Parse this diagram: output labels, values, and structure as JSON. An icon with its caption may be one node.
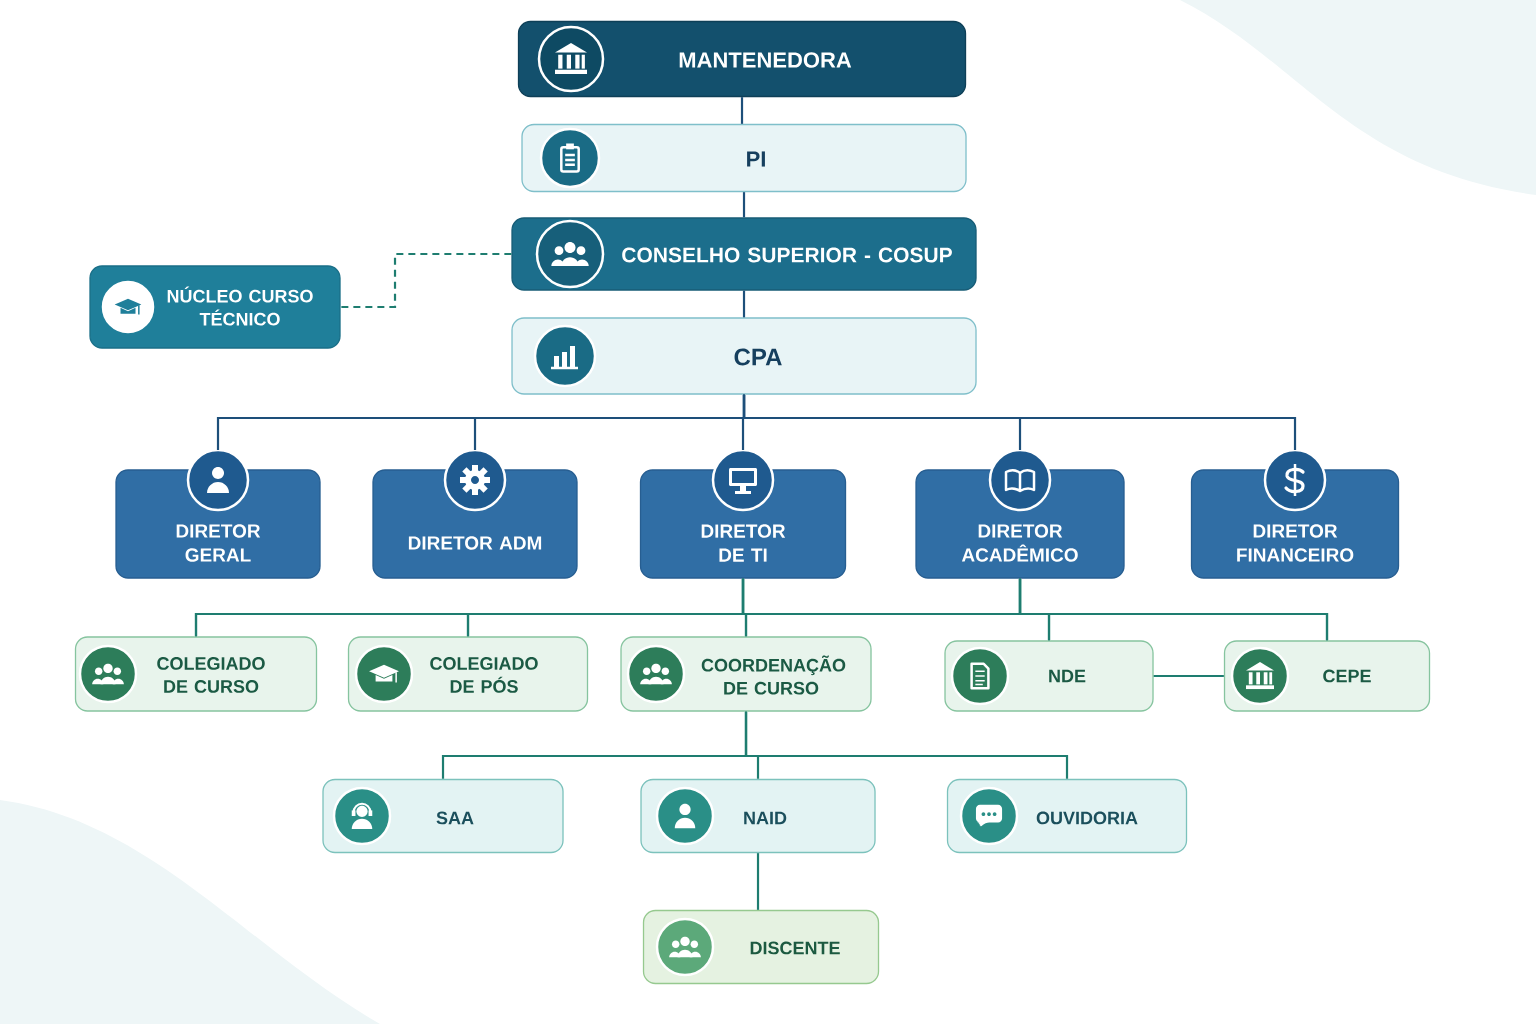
{
  "diagram": {
    "nodes": [
      {
        "text": [
          "MANTENEDORA"
        ]
      },
      {
        "text": [
          "PI"
        ]
      },
      {
        "text": [
          "CONSELHO SUPERIOR - COSUP"
        ]
      },
      {
        "text": [
          "NÚCLEO CURSO TÉCNICO"
        ]
      },
      {
        "text": [
          "CPA"
        ]
      },
      {
        "text": [
          "DIRETOR GERAL"
        ]
      },
      {
        "text": [
          "DIRETOR ADM"
        ]
      },
      {
        "text": [
          "DIRETOR DE TI"
        ]
      },
      {
        "text": [
          "DIRETOR ACADÊMICO"
        ]
      },
      {
        "text": [
          "DIRETOR FINANCEIRO"
        ]
      },
      {
        "text": [
          "COLEGIADO DE CURSO"
        ]
      },
      {
        "text": [
          "COLEGIADO DE PÓS"
        ]
      },
      {
        "text": [
          "COORDENAÇÃO DE CURSO"
        ]
      },
      {
        "text": [
          "NDE"
        ]
      },
      {
        "text": [
          "CEPE"
        ]
      },
      {
        "text": [
          "SAA"
        ]
      },
      {
        "text": [
          "NAID"
        ]
      },
      {
        "text": [
          "OUVIDORIA"
        ]
      },
      {
        "text": [
          "DISCENTE"
        ]
      }
    ],
    "edges": [
      {
        "from": 0,
        "to": 1,
        "arrow": "none",
        "color": "#1d4f7a"
      },
      {
        "from": 1,
        "to": 2,
        "arrow": "none",
        "color": "#1d4f7a"
      },
      {
        "from": 2,
        "to": 3,
        "arrow": "none",
        "style": "dashed"
      },
      {
        "from": 2,
        "to": 4,
        "arrow": "none",
        "color": "#1d4f7a"
      },
      {
        "from": 4,
        "to": 5,
        "arrow": "none",
        "color": "#1d4f7a"
      },
      {
        "from": 4,
        "to": 6,
        "arrow": "none",
        "color": "#1d4f7a"
      },
      {
        "from": 4,
        "to": 7,
        "arrow": "none",
        "color": "#1d4f7a"
      },
      {
        "from": 4,
        "to": 8,
        "arrow": "none",
        "color": "#1d4f7a"
      },
      {
        "from": 4,
        "to": 9,
        "arrow": "none",
        "color": "#1d4f7a"
      },
      {
        "from": 7,
        "to": 10,
        "arrow": "none"
      },
      {
        "from": 7,
        "to": 11,
        "arrow": "none"
      },
      {
        "from": 7,
        "to": 12,
        "arrow": "none"
      },
      {
        "from": 7,
        "to": 13,
        "arrow": "none"
      },
      {
        "from": 7,
        "to": 14,
        "arrow": "none"
      },
      {
        "from": 8,
        "to": 10,
        "arrow": "none"
      },
      {
        "from": 8,
        "to": 11,
        "arrow": "none"
      },
      {
        "from": 8,
        "to": 12,
        "arrow": "none"
      },
      {
        "from": 8,
        "to": 13,
        "arrow": "none"
      },
      {
        "from": 8,
        "to": 14,
        "arrow": "none"
      },
      {
        "from": 13,
        "to": 14,
        "arrow": "none"
      },
      {
        "from": 12,
        "to": 15,
        "arrow": "none"
      },
      {
        "from": 12,
        "to": 16,
        "arrow": "none"
      },
      {
        "from": 12,
        "to": 17,
        "arrow": "none"
      },
      {
        "from": 16,
        "to": 18,
        "arrow": "none"
      }
    ]
  }
}
